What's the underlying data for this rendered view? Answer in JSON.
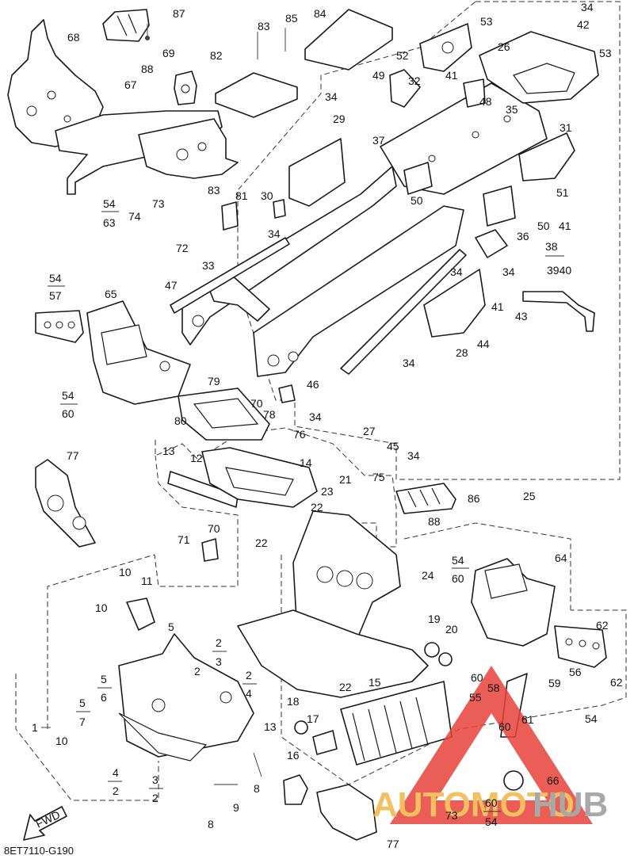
{
  "diagram": {
    "code": "8ET7110-G190",
    "direction_label": "FWD",
    "watermark": {
      "word_a": "AUTOMOTO",
      "word_b": "HUB",
      "color_a": "#f2b544",
      "color_b": "#9a9a9a",
      "triangle_color": "#e8413a"
    },
    "labels": {
      "p1": "1",
      "p2a": "2",
      "p2b": "2",
      "p2c": "2",
      "p2d": "2",
      "p3a": "3",
      "p3b": "3",
      "p4a": "4",
      "p4b": "4",
      "p5a": "5",
      "p5b": "5",
      "p5c": "5",
      "p6": "6",
      "p7": "7",
      "p8a": "8",
      "p8b": "8",
      "p9": "9",
      "p10a": "10",
      "p10b": "10",
      "p10c": "10",
      "p11": "11",
      "p12": "12",
      "p13a": "13",
      "p13b": "13",
      "p14": "14",
      "p15": "15",
      "p16": "16",
      "p17": "17",
      "p18": "18",
      "p19": "19",
      "p20": "20",
      "p21": "21",
      "p22a": "22",
      "p22b": "22",
      "p22c": "22",
      "p23": "23",
      "p24": "24",
      "p25": "25",
      "p26": "26",
      "p27": "27",
      "p28": "28",
      "p29": "29",
      "p30": "30",
      "p31": "31",
      "p32": "32",
      "p33": "33",
      "p34a": "34",
      "p34b": "34",
      "p34c": "34",
      "p34d": "34",
      "p34e": "34",
      "p34f": "34",
      "p34g": "34",
      "p35": "35",
      "p36": "36",
      "p37": "37",
      "p38": "38",
      "p3940": "3940",
      "p41a": "41",
      "p41b": "41",
      "p41c": "41",
      "p42": "42",
      "p43": "43",
      "p44": "44",
      "p45": "45",
      "p46": "46",
      "p47": "47",
      "p48": "48",
      "p49": "49",
      "p50a": "50",
      "p50b": "50",
      "p51": "51",
      "p52": "52",
      "p53a": "53",
      "p53b": "53",
      "p54a": "54",
      "p54b": "54",
      "p54c": "54",
      "p54d": "54",
      "p54e": "54",
      "p54f": "54",
      "p55": "55",
      "p56": "56",
      "p57": "57",
      "p58": "58",
      "p59": "59",
      "p60a": "60",
      "p60b": "60",
      "p60c": "60",
      "p60d": "60",
      "p60e": "60",
      "p61": "61",
      "p62a": "62",
      "p62b": "62",
      "p63": "63",
      "p64": "64",
      "p65": "65",
      "p66": "66",
      "p67": "67",
      "p68": "68",
      "p69": "69",
      "p70a": "70",
      "p70b": "70",
      "p71": "71",
      "p72": "72",
      "p73a": "73",
      "p73b": "73",
      "p74": "74",
      "p75": "75",
      "p76": "76",
      "p77a": "77",
      "p77b": "77",
      "p78": "78",
      "p79": "79",
      "p80": "80",
      "p81": "81",
      "p82": "82",
      "p83a": "83",
      "p83b": "83",
      "p84": "84",
      "p85": "85",
      "p86": "86",
      "p87": "87",
      "p88a": "88",
      "p88b": "88"
    }
  }
}
